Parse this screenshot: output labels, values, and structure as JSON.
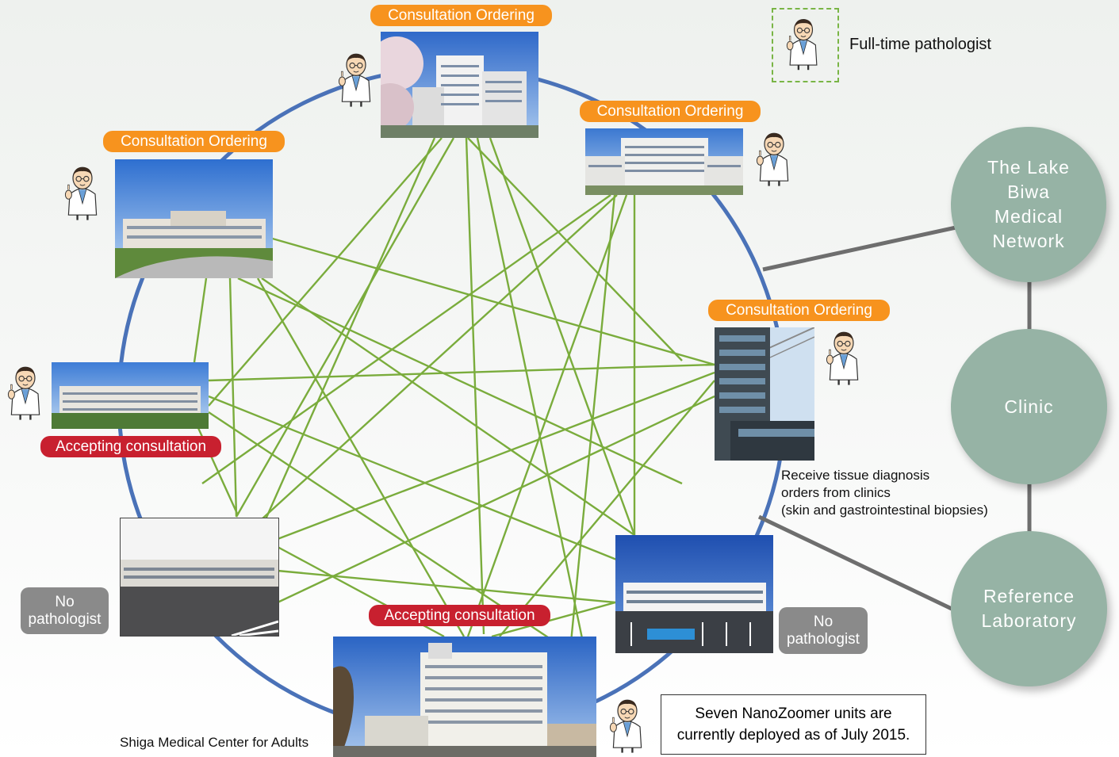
{
  "legend": {
    "label": "Full-time pathologist"
  },
  "badges": {
    "ordering": "Consultation Ordering",
    "accepting": "Accepting consultation",
    "no_pathologist": "No pathologist"
  },
  "network_nodes": [
    {
      "label": "The Lake Biwa Medical Network"
    },
    {
      "label": "Clinic"
    },
    {
      "label": "Reference Laboratory"
    }
  ],
  "clinic_note": {
    "line1": "Receive tissue diagnosis",
    "line2": "orders from clinics",
    "line3": "(skin and gastrointestinal biopsies)"
  },
  "bottom_hospital_label": "Shiga Medical Center for Adults",
  "deployment_note": {
    "line1": "Seven NanoZoomer units are",
    "line2": "currently deployed as of July 2015."
  },
  "colors": {
    "ordering": "#f7931e",
    "accepting": "#c8202f",
    "network_line": "#7aac3c",
    "ring": "#4a72b8",
    "node": "#96b3a5"
  }
}
